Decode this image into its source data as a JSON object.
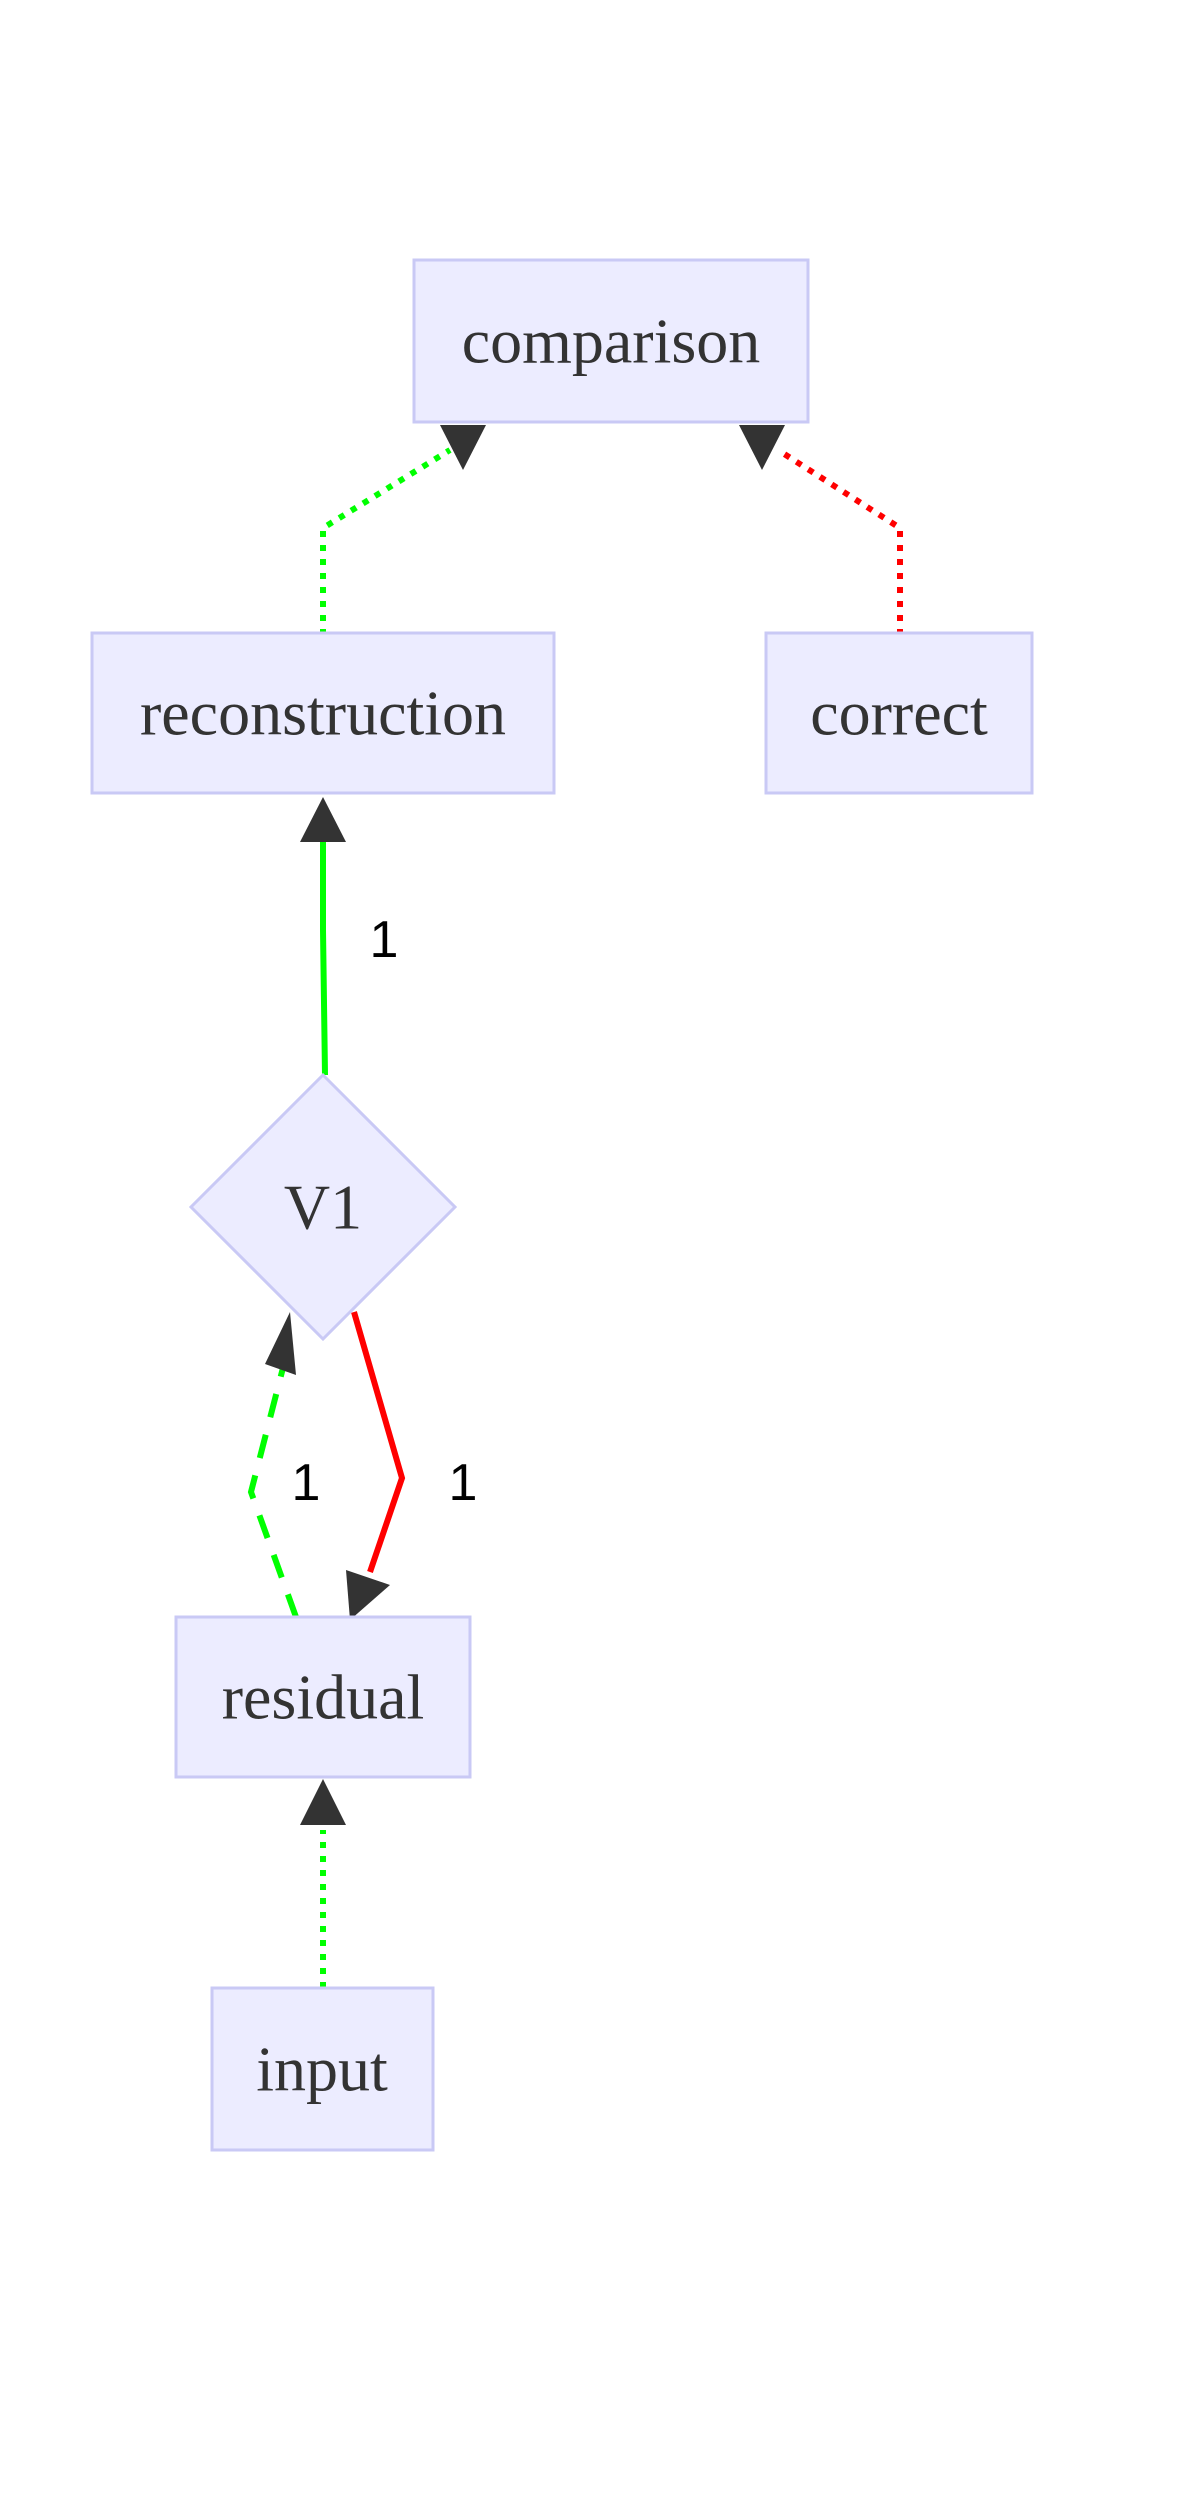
{
  "nodes": {
    "comparison": "comparison",
    "reconstruction": "reconstruction",
    "correct": "correct",
    "v1": "V1",
    "residual": "residual",
    "input": "input"
  },
  "edge_labels": {
    "v1_to_reconstruction": "1",
    "residual_to_v1": "1",
    "v1_to_residual": "1"
  },
  "colors": {
    "node_fill": "#ECECFF",
    "node_stroke": "#C9C9F5",
    "green": "#00FF00",
    "red": "#FF0000",
    "arrowhead": "#333333"
  }
}
